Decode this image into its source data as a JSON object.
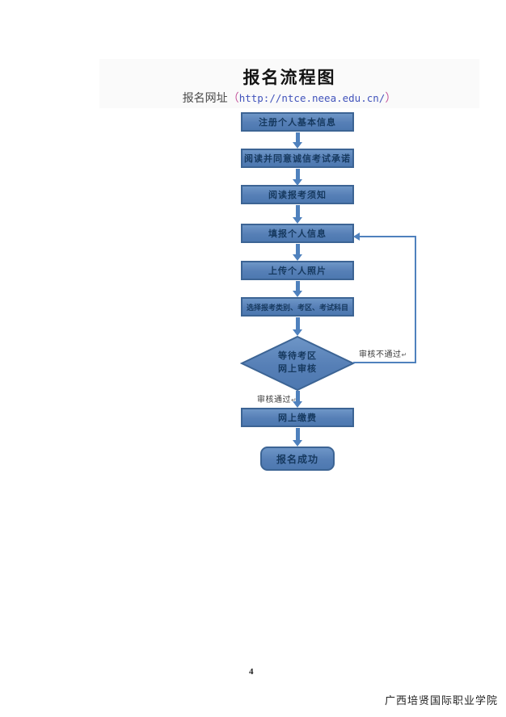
{
  "header": {
    "title": "报名流程图",
    "site_label": "报名网址",
    "open_paren": "（",
    "url": "http://ntce.neea.edu.cn/",
    "close_paren": "）"
  },
  "flowchart": {
    "steps": [
      "注册个人基本信息",
      "阅读并同意诚信考试承诺",
      "阅读报考须知",
      "填报个人信息",
      "上传个人照片",
      "选择报考类别、考区、考试科目"
    ],
    "decision_line1": "等待考区",
    "decision_line2": "网上审核",
    "fail_label": "审核不通过",
    "fail_mark": "↵",
    "pass_label": "审核通过",
    "pass_mark": "↵",
    "pay_label": "网上缴费",
    "success_label": "报名成功",
    "colors": {
      "box_fill": "#567fb6",
      "box_border": "#3c6494",
      "box_text": "#16395f",
      "arrow": "#4f81bd"
    }
  },
  "document": {
    "page_number": "4",
    "footer": "广西培贤国际职业学院"
  }
}
